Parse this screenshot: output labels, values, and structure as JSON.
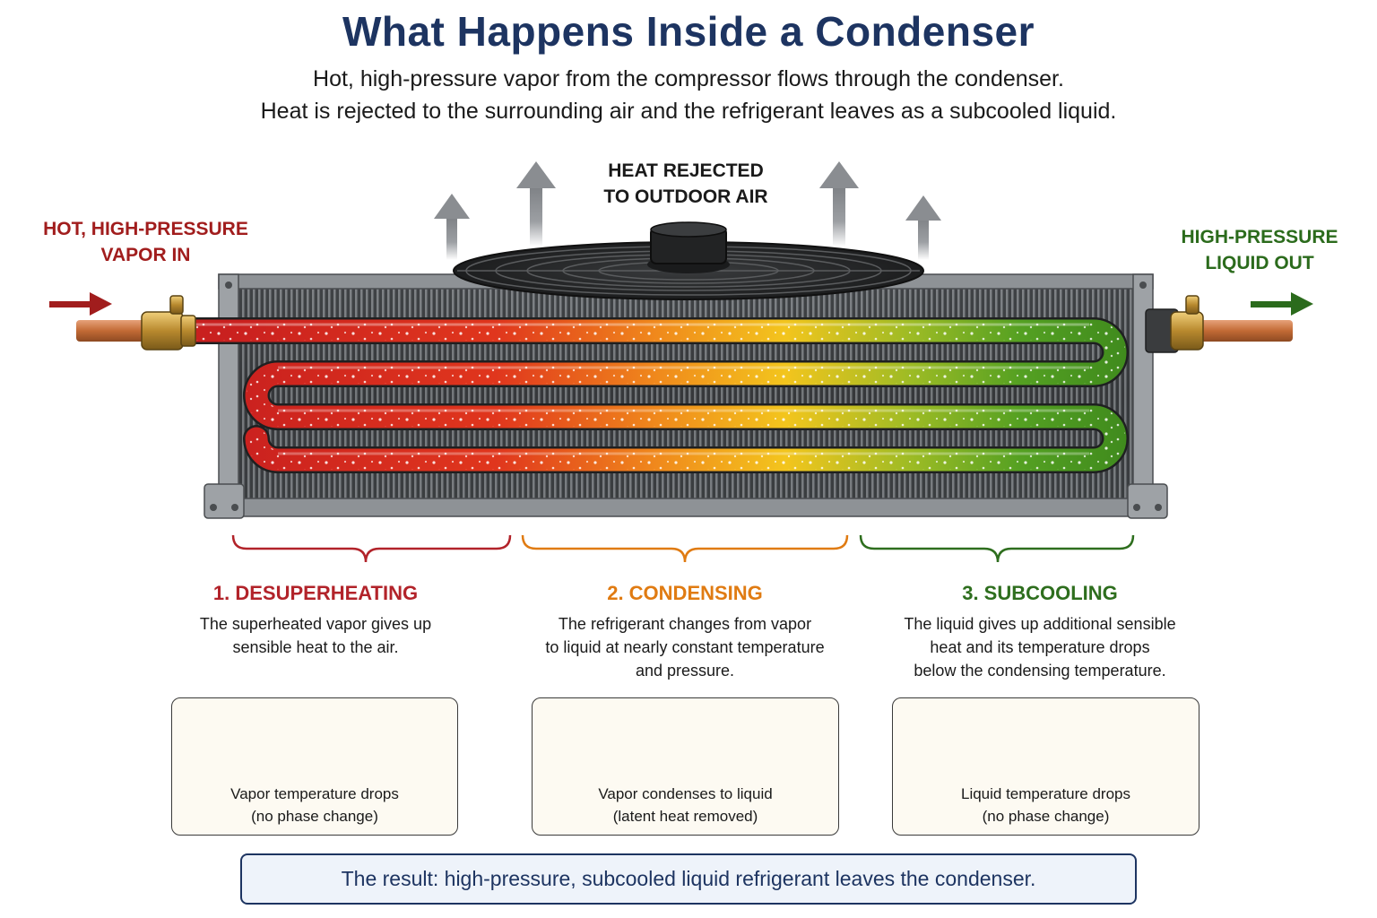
{
  "title": "What Happens Inside a Condenser",
  "subtitle_line1": "Hot, high-pressure vapor from the compressor flows through the condenser.",
  "subtitle_line2": "Heat is rejected to the surrounding air and the refrigerant leaves as a subcooled liquid.",
  "labels": {
    "inlet": [
      "HOT, HIGH-PRESSURE",
      "VAPOR IN"
    ],
    "outlet": [
      "HIGH-PRESSURE",
      "LIQUID OUT"
    ],
    "heat": [
      "HEAT REJECTED",
      "TO OUTDOOR AIR"
    ]
  },
  "stages": [
    {
      "title": "1. DESUPERHEATING",
      "description": [
        "The superheated vapor gives up",
        "sensible heat to the air."
      ],
      "card_text": [
        "Vapor temperature drops",
        "(no phase change)"
      ],
      "color": "#b2232a"
    },
    {
      "title": "2. CONDENSING",
      "description": [
        "The refrigerant changes from vapor",
        "to liquid at nearly constant temperature",
        "and pressure."
      ],
      "card_text": [
        "Vapor condenses to liquid",
        "(latent heat removed)"
      ],
      "color": "#e07b12"
    },
    {
      "title": "3. SUBCOOLING",
      "description": [
        "The liquid gives up additional sensible",
        "heat and its temperature drops",
        "below the condensing temperature."
      ],
      "card_text": [
        "Liquid temperature drops",
        "(no phase change)"
      ],
      "color": "#2e6e1e"
    }
  ],
  "result": "The result: high-pressure, subcooled liquid refrigerant leaves the condenser.",
  "colors": {
    "title": "#1d3461",
    "hot": "#c42020",
    "mid": "#f0a020",
    "cool": "#4e9a22",
    "copper": "#c8773f",
    "brass": "#b8892e"
  },
  "icons": {
    "inlet_arrow": "arrow-right-icon",
    "outlet_arrow": "arrow-right-icon",
    "heat_arrows": "arrow-up-icon",
    "fan": "fan-icon",
    "vapor_drops": "dots-icon",
    "clouds": "cloud-icon",
    "liquid_drops": "droplet-icon"
  }
}
